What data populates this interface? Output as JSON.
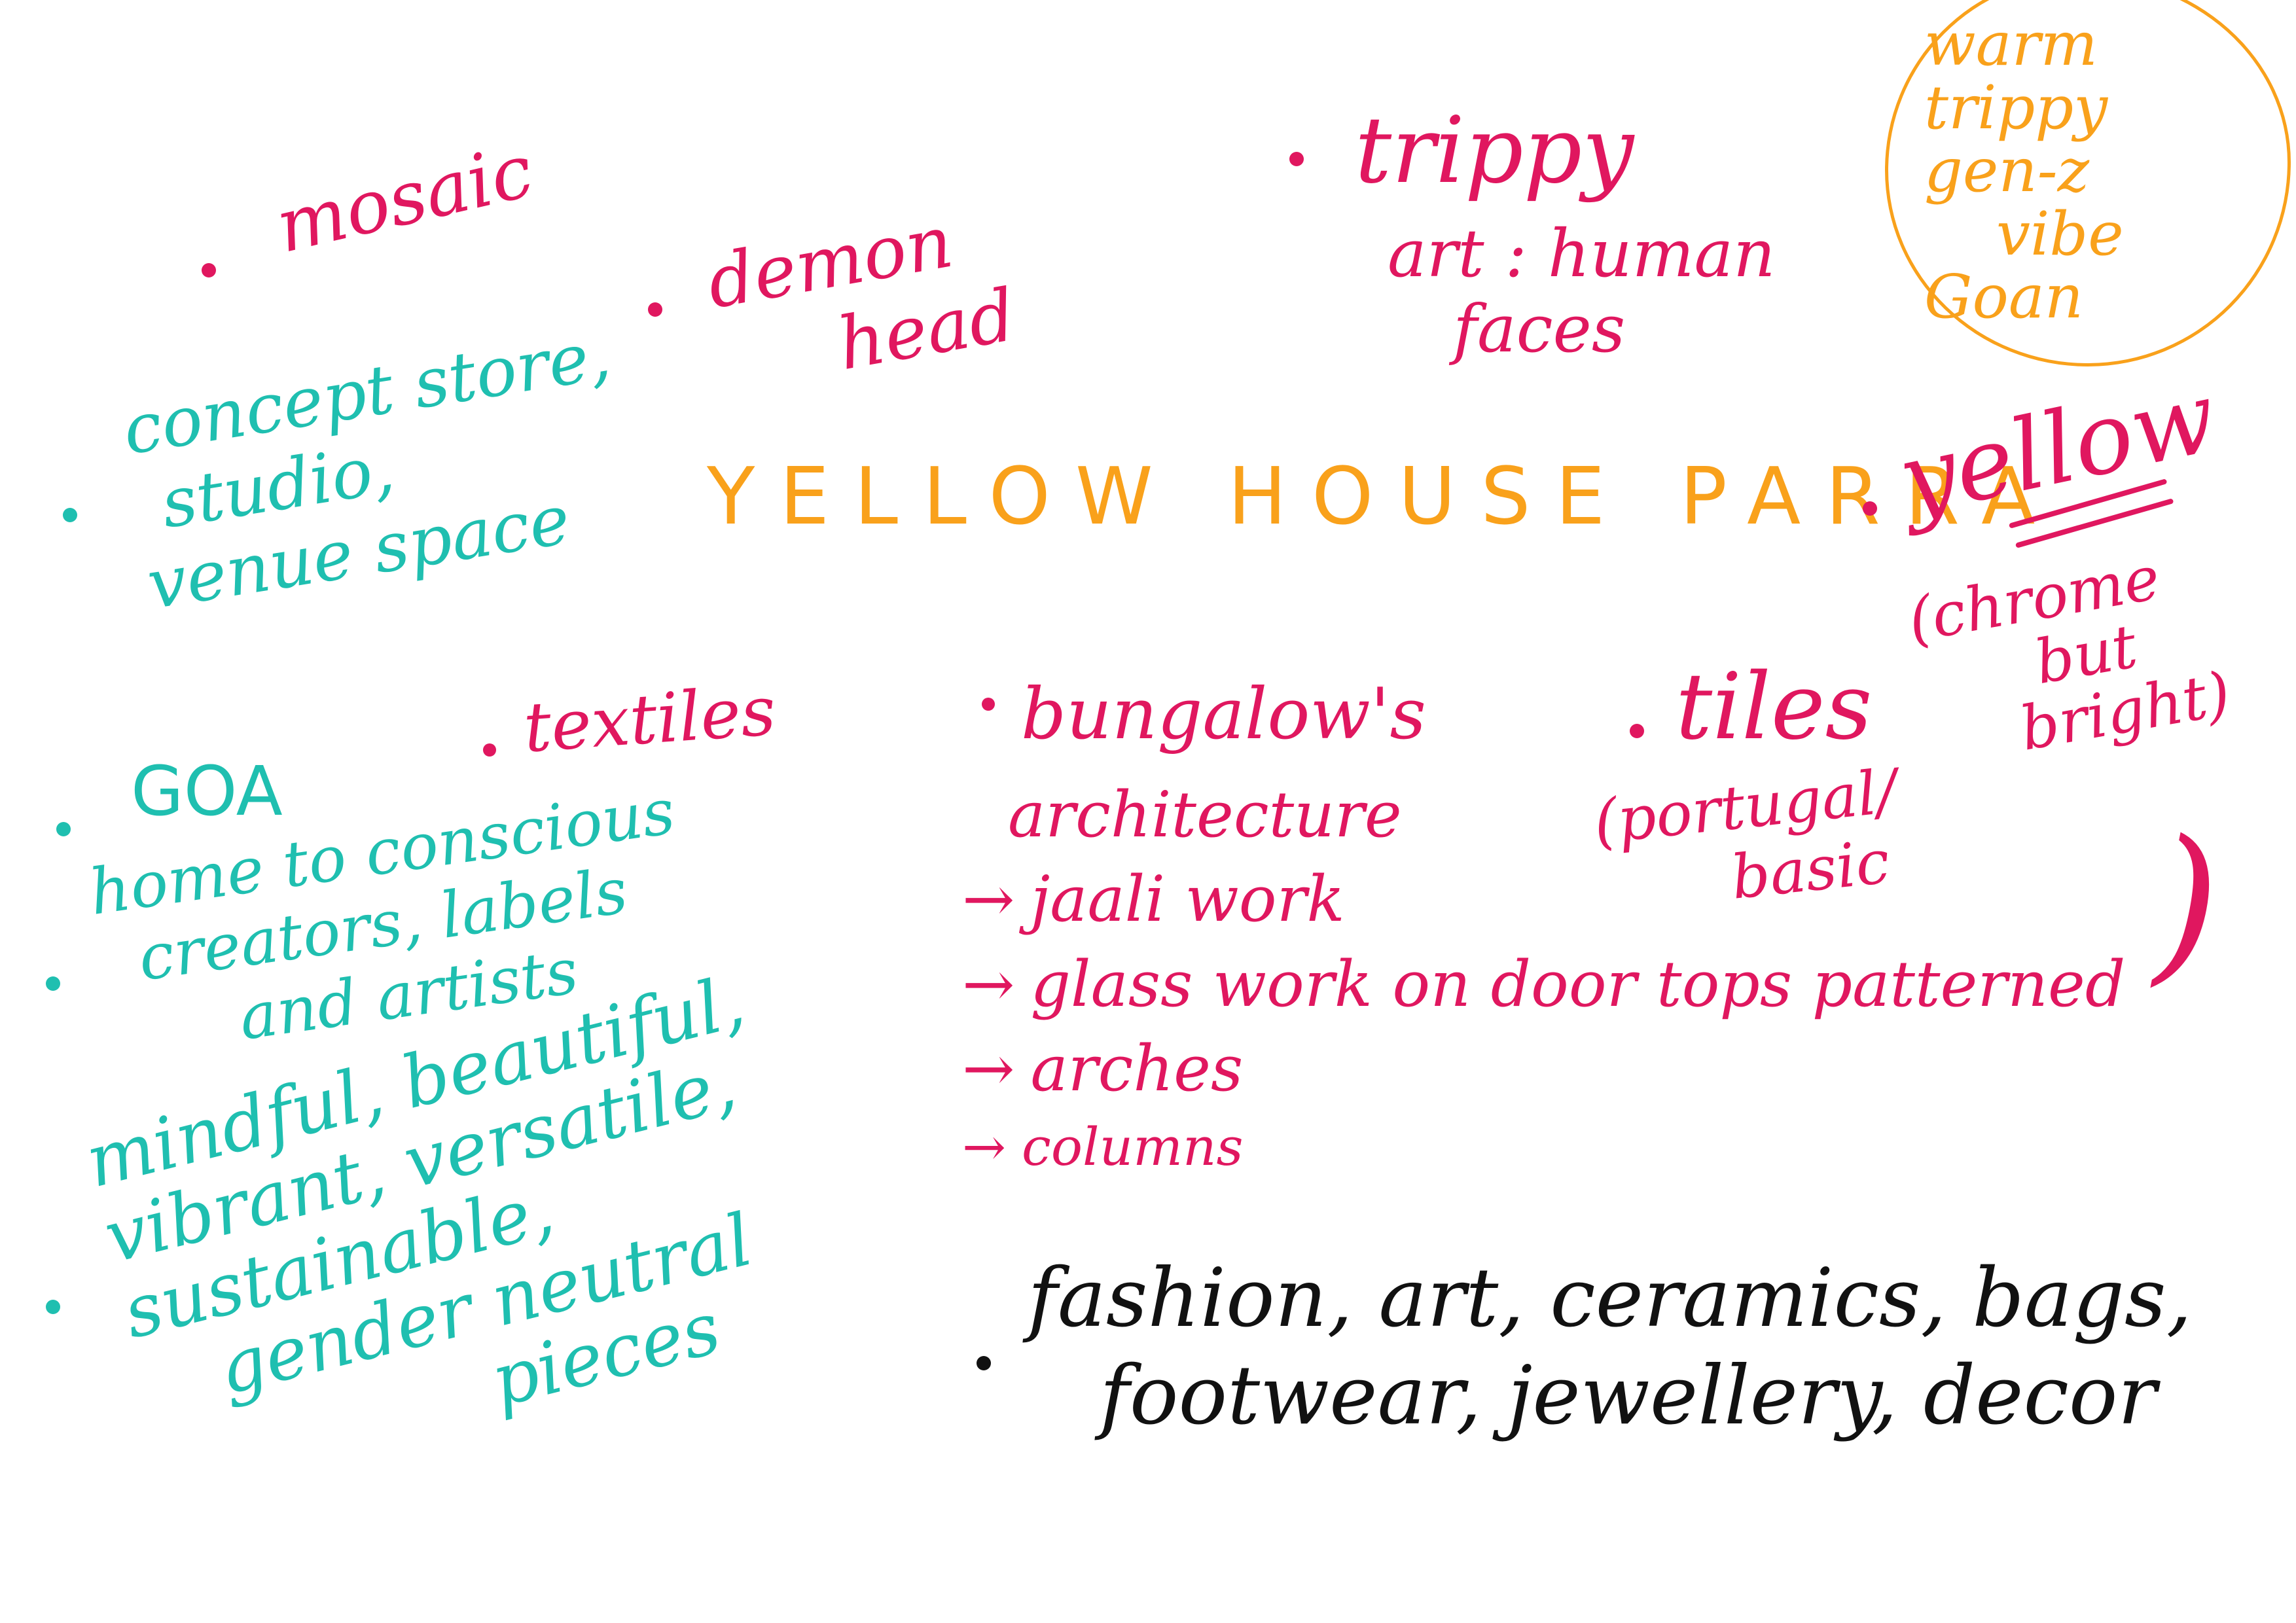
{
  "colors": {
    "pink": "#E0175F",
    "teal": "#1FBFB0",
    "orange": "#F9A11B",
    "black": "#111111"
  },
  "title": "YELLOW HOUSE PARRA",
  "notes": {
    "mosaic": "mosaic",
    "demon_head": [
      "demon",
      "head"
    ],
    "trippy": "trippy",
    "art_faces": [
      "art : human",
      "faces"
    ],
    "vibe_circle": [
      "warm",
      "trippy",
      "gen-z",
      "vibe",
      "Goan"
    ],
    "concept_store": [
      "concept store,",
      "studio,",
      "venue space"
    ],
    "textiles": "textiles",
    "goa": "GOA",
    "bungalows": "bungalow's",
    "architecture": "architecture",
    "arch_points": [
      "jaali work",
      "glass work on door tops patterned",
      "arches",
      "columns"
    ],
    "arrow_symbol": "→",
    "tiles": "tiles",
    "tiles_origin": [
      "(portugal/",
      "basic"
    ],
    "yellow": "yellow",
    "yellow_note": [
      "(chrome",
      "but",
      "bright)"
    ],
    "conscious": [
      "home to conscious",
      "creators, labels",
      "and artists"
    ],
    "mindful": [
      "mindful, beautiful,",
      "vibrant, versatile,",
      "sustainable,",
      "gender neutral",
      "pieces"
    ],
    "categories": [
      "fashion, art, ceramics, bags,",
      "footwear, jewellery, decor"
    ]
  }
}
